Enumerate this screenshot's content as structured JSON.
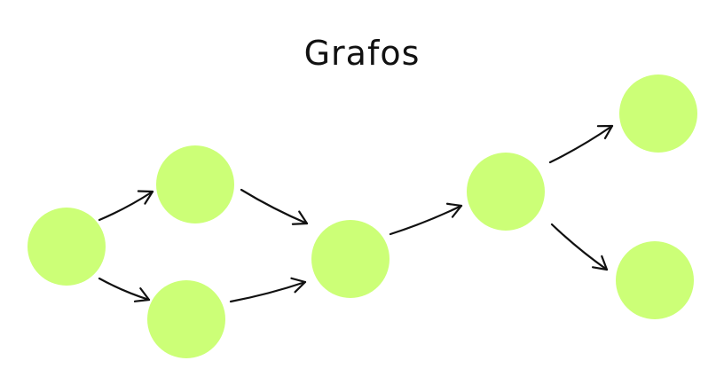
{
  "title": "Grafos",
  "colors": {
    "node_fill": "#ccff77",
    "edge_stroke": "#111111"
  },
  "graph": {
    "nodes": [
      {
        "id": "n1"
      },
      {
        "id": "n2"
      },
      {
        "id": "n3"
      },
      {
        "id": "n4"
      },
      {
        "id": "n5"
      },
      {
        "id": "n6"
      },
      {
        "id": "n7"
      }
    ],
    "edges": [
      {
        "from": "n1",
        "to": "n2"
      },
      {
        "from": "n1",
        "to": "n3"
      },
      {
        "from": "n2",
        "to": "n4"
      },
      {
        "from": "n3",
        "to": "n4"
      },
      {
        "from": "n4",
        "to": "n5"
      },
      {
        "from": "n5",
        "to": "n6"
      },
      {
        "from": "n5",
        "to": "n7"
      }
    ]
  }
}
